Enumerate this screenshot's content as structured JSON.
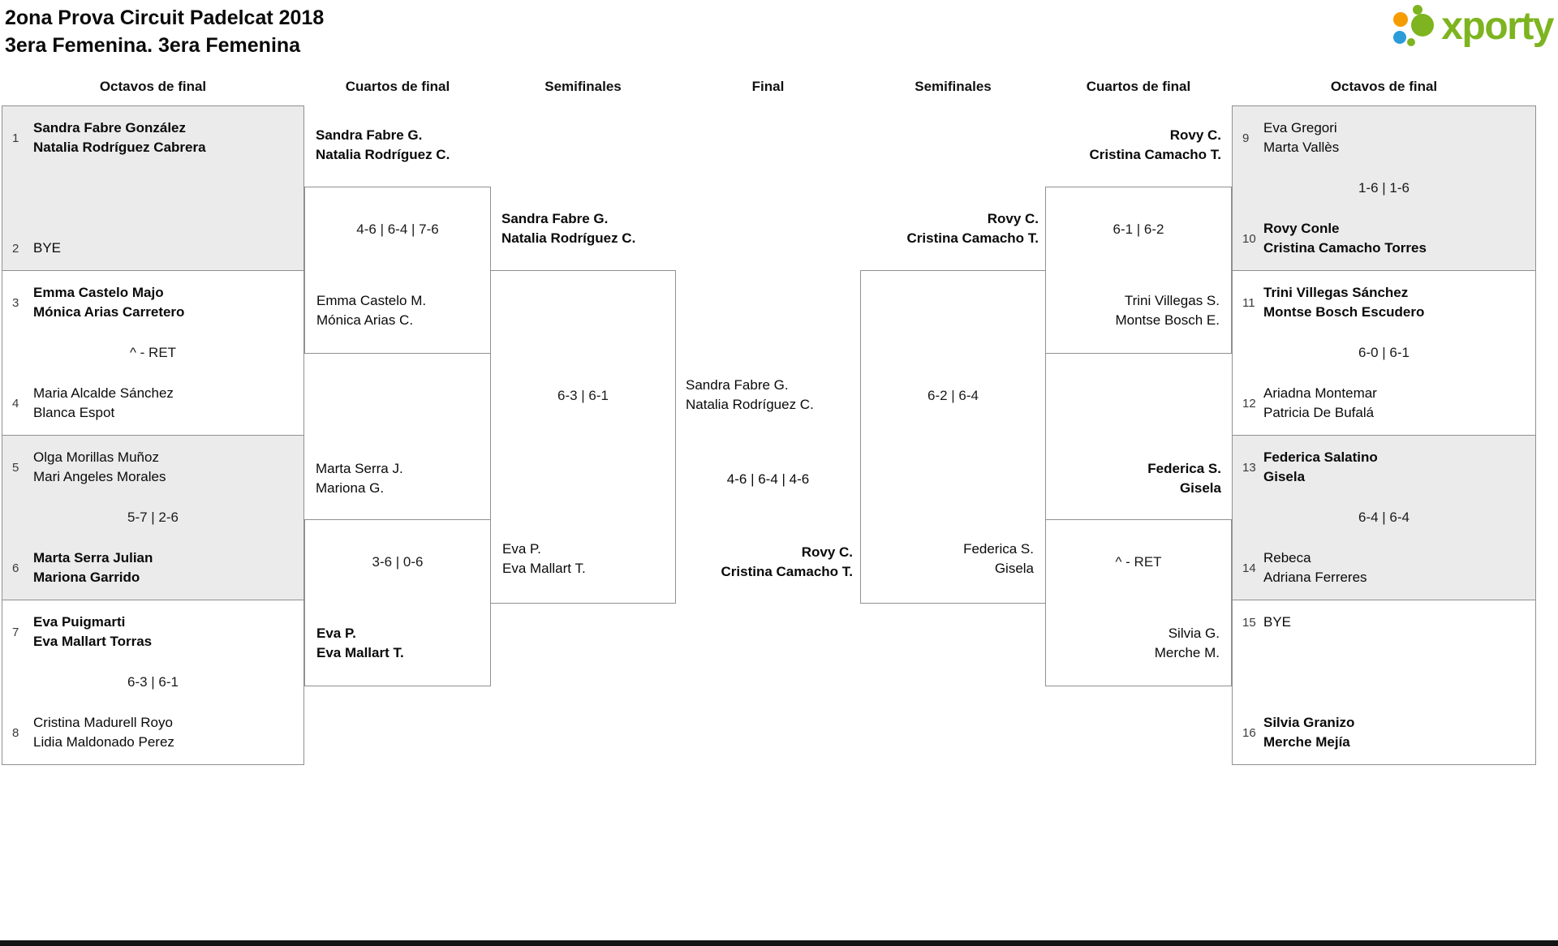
{
  "header": {
    "title_line1": "2ona Prova Circuit Padelcat 2018",
    "title_line2": "3era Femenina. 3era Femenina"
  },
  "logo": {
    "text": "xporty"
  },
  "rounds": {
    "octavos_left": "Octavos de final",
    "cuartos_left": "Cuartos de final",
    "semis_left": "Semifinales",
    "final": "Final",
    "semis_right": "Semifinales",
    "cuartos_right": "Cuartos de final",
    "octavos_right": "Octavos de final"
  },
  "octavos_left": [
    {
      "seed_top": "1",
      "top1": "Sandra Fabre González",
      "top2": "Natalia Rodríguez Cabrera",
      "score": "",
      "seed_bottom": "2",
      "bottom1": "BYE",
      "bottom2": ""
    },
    {
      "seed_top": "3",
      "top1": "Emma Castelo Majo",
      "top2": "Mónica Arias Carretero",
      "score": "^ - RET",
      "seed_bottom": "4",
      "bottom1": "Maria Alcalde Sánchez",
      "bottom2": "Blanca Espot"
    },
    {
      "seed_top": "5",
      "top1": "Olga Morillas Muñoz",
      "top2": "Mari Angeles Morales",
      "score": "5-7 | 2-6",
      "seed_bottom": "6",
      "bottom1": "Marta Serra Julian",
      "bottom2": "Mariona Garrido"
    },
    {
      "seed_top": "7",
      "top1": "Eva Puigmarti",
      "top2": "Eva Mallart Torras",
      "score": "6-3 | 6-1",
      "seed_bottom": "8",
      "bottom1": "Cristina Madurell Royo",
      "bottom2": "Lidia Maldonado Perez"
    }
  ],
  "octavos_right": [
    {
      "seed_top": "9",
      "top1": "Eva Gregori",
      "top2": "Marta Vallès",
      "score": "1-6 | 1-6",
      "seed_bottom": "10",
      "bottom1": "Rovy Conle",
      "bottom2": "Cristina Camacho Torres"
    },
    {
      "seed_top": "11",
      "top1": "Trini Villegas Sánchez",
      "top2": "Montse Bosch Escudero",
      "score": "6-0 | 6-1",
      "seed_bottom": "12",
      "bottom1": "Ariadna Montemar",
      "bottom2": "Patricia De Bufalá"
    },
    {
      "seed_top": "13",
      "top1": "Federica Salatino",
      "top2": "Gisela",
      "score": "6-4 | 6-4",
      "seed_bottom": "14",
      "bottom1": "Rebeca",
      "bottom2": "Adriana Ferreres"
    },
    {
      "seed_top": "15",
      "top1": "BYE",
      "top2": "",
      "score": "",
      "seed_bottom": "16",
      "bottom1": "Silvia Granizo",
      "bottom2": "Merche Mejía"
    }
  ],
  "cuartos_left": [
    {
      "above1": "Sandra Fabre G.",
      "above2": "Natalia Rodríguez C.",
      "score": "4-6 | 6-4 | 7-6",
      "inside1": "Emma Castelo M.",
      "inside2": "Mónica Arias C."
    },
    {
      "above1": "Marta Serra J.",
      "above2": "Mariona G.",
      "score": "3-6 | 0-6",
      "inside1": "Eva P.",
      "inside2": "Eva Mallart T."
    }
  ],
  "semis_left": {
    "above1": "Sandra Fabre G.",
    "above2": "Natalia Rodríguez C.",
    "score": "6-3 | 6-1",
    "inside1": "Eva P.",
    "inside2": "Eva Mallart T."
  },
  "final": {
    "team_a1": "Sandra Fabre G.",
    "team_a2": "Natalia Rodríguez C.",
    "score": "4-6 | 6-4 | 4-6",
    "team_b1": "Rovy C.",
    "team_b2": "Cristina Camacho T."
  },
  "semis_right": {
    "above1": "Rovy C.",
    "above2": "Cristina Camacho T.",
    "score": "6-2 | 6-4",
    "inside1": "Federica S.",
    "inside2": "Gisela"
  },
  "cuartos_right": [
    {
      "above1": "Rovy C.",
      "above2": "Cristina Camacho T.",
      "score": "6-1 | 6-2",
      "inside1": "Trini Villegas S.",
      "inside2": "Montse Bosch E."
    },
    {
      "above1": "Federica S.",
      "above2": "Gisela",
      "score": "^ - RET",
      "inside1": "Silvia G.",
      "inside2": "Merche M."
    }
  ]
}
